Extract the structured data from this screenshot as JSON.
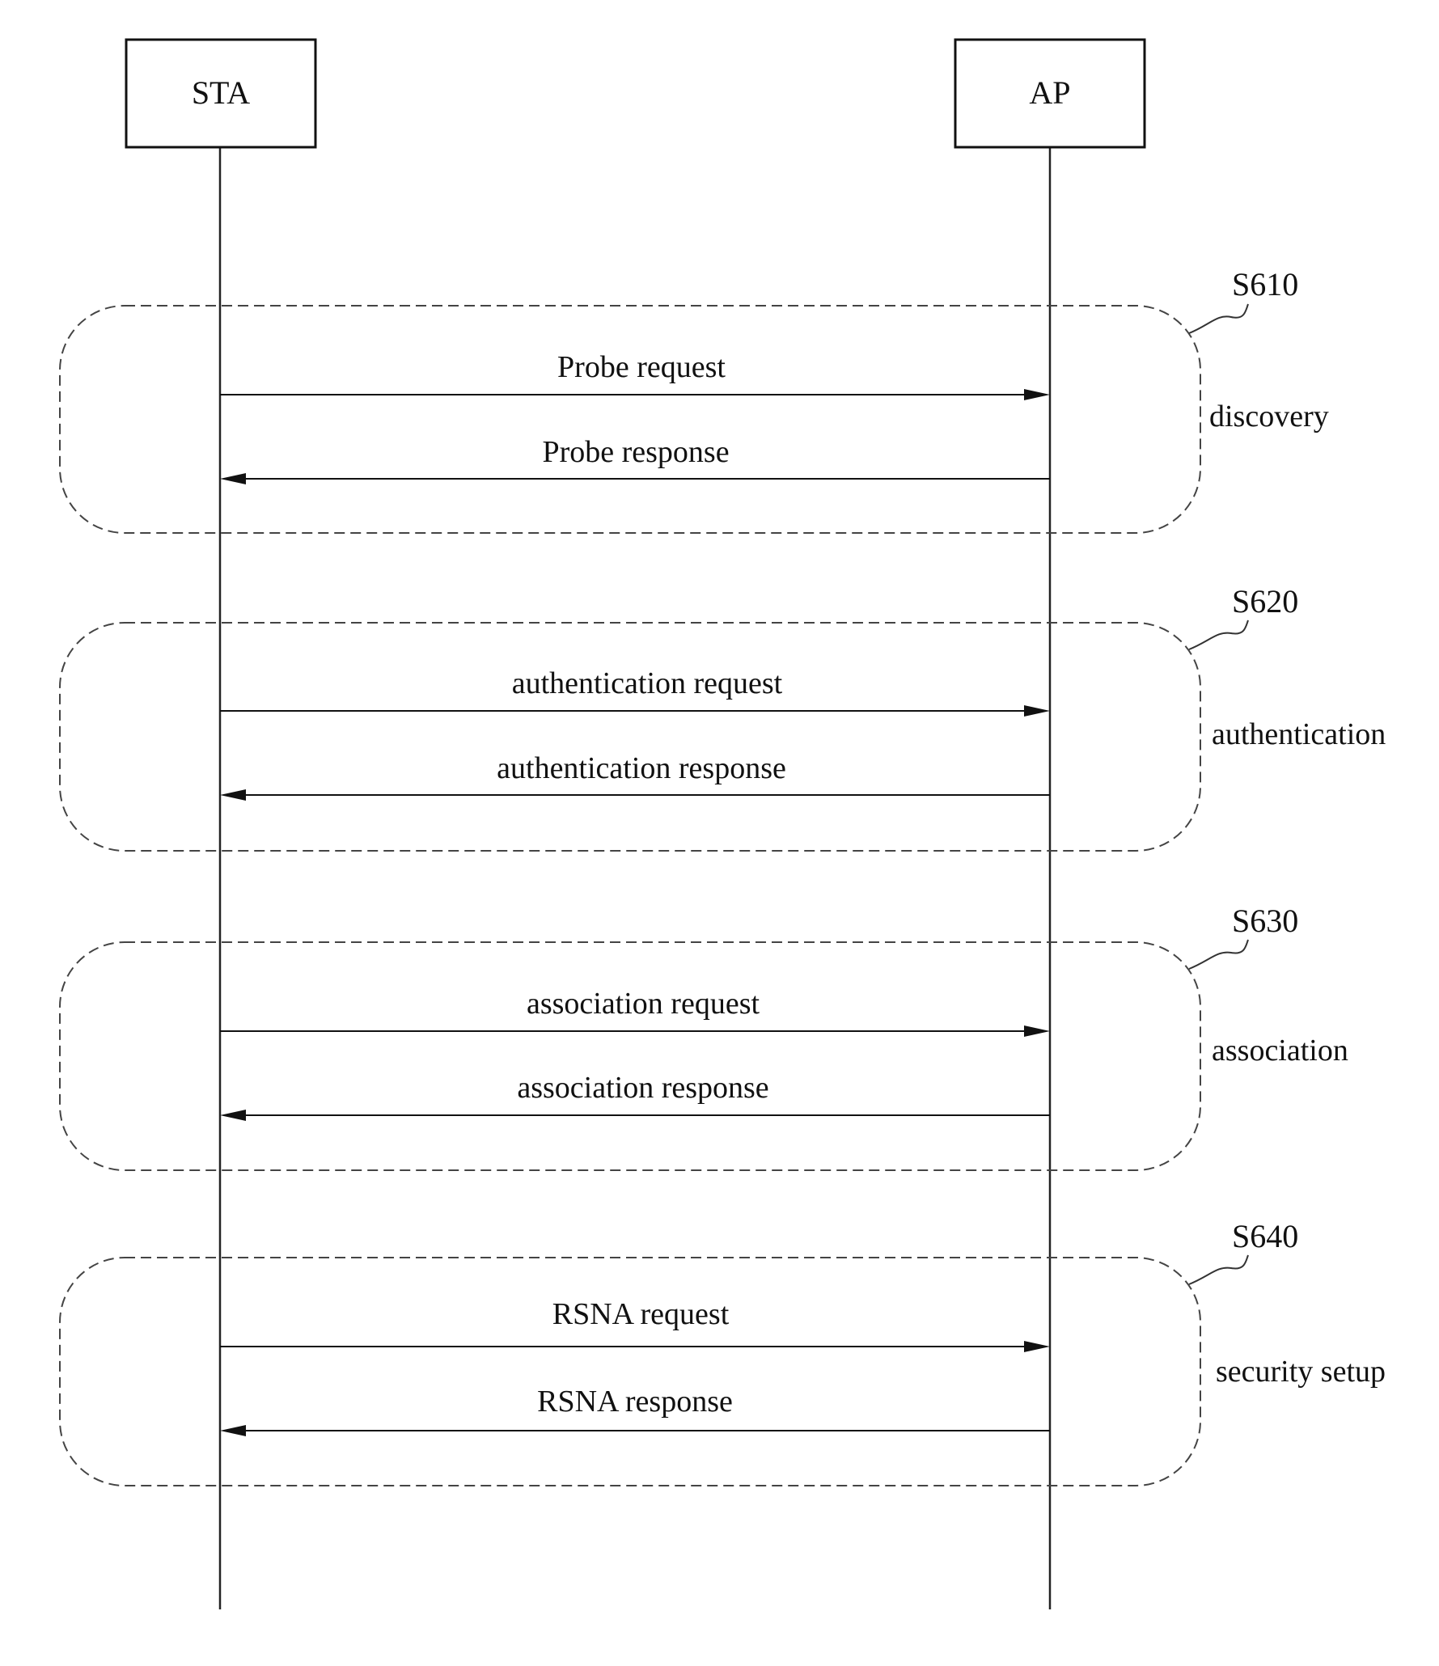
{
  "entities": {
    "sta": "STA",
    "ap": "AP"
  },
  "phases": [
    {
      "step": "S610",
      "name": "discovery",
      "request": "Probe request",
      "response": "Probe response"
    },
    {
      "step": "S620",
      "name": "authentication",
      "request": "authentication request",
      "response": "authentication response"
    },
    {
      "step": "S630",
      "name": "association",
      "request": "association request",
      "response": "association response"
    },
    {
      "step": "S640",
      "name": "security setup",
      "request": "RSNA request",
      "response": "RSNA response"
    }
  ]
}
